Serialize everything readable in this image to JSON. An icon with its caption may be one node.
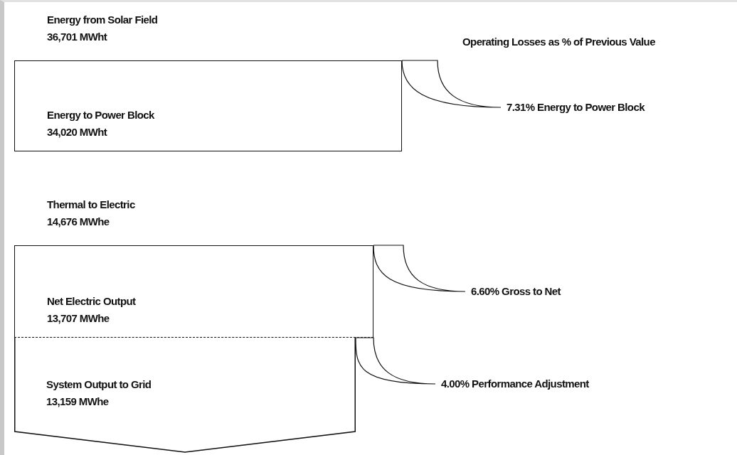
{
  "diagram": {
    "nodes": [
      {
        "text": [
          "Energy from Solar Field 36,701 MWht",
          "Energy to Power Block 34,020 MWht"
        ]
      },
      {
        "text": [
          "7.31% Energy to Power Block"
        ]
      },
      {
        "text": [
          "Thermal to Electric 14,676 MWhe",
          "Net Electric Output 13,707 MWhe"
        ]
      },
      {
        "text": [
          "System Output to Grid 13,159 MWhe"
        ]
      },
      {
        "text": [
          "6.60% Gross to Net"
        ]
      },
      {
        "text": [
          "4.00% Performance Adjustment"
        ]
      }
    ],
    "edges": [
      {
        "from": 0,
        "to": 1,
        "arrow": "none"
      },
      {
        "from": 2,
        "to": 4,
        "arrow": "none"
      },
      {
        "from": 3,
        "to": 5,
        "arrow": "none"
      }
    ],
    "labels": [
      "Operating Losses as % of Previous Value"
    ]
  }
}
